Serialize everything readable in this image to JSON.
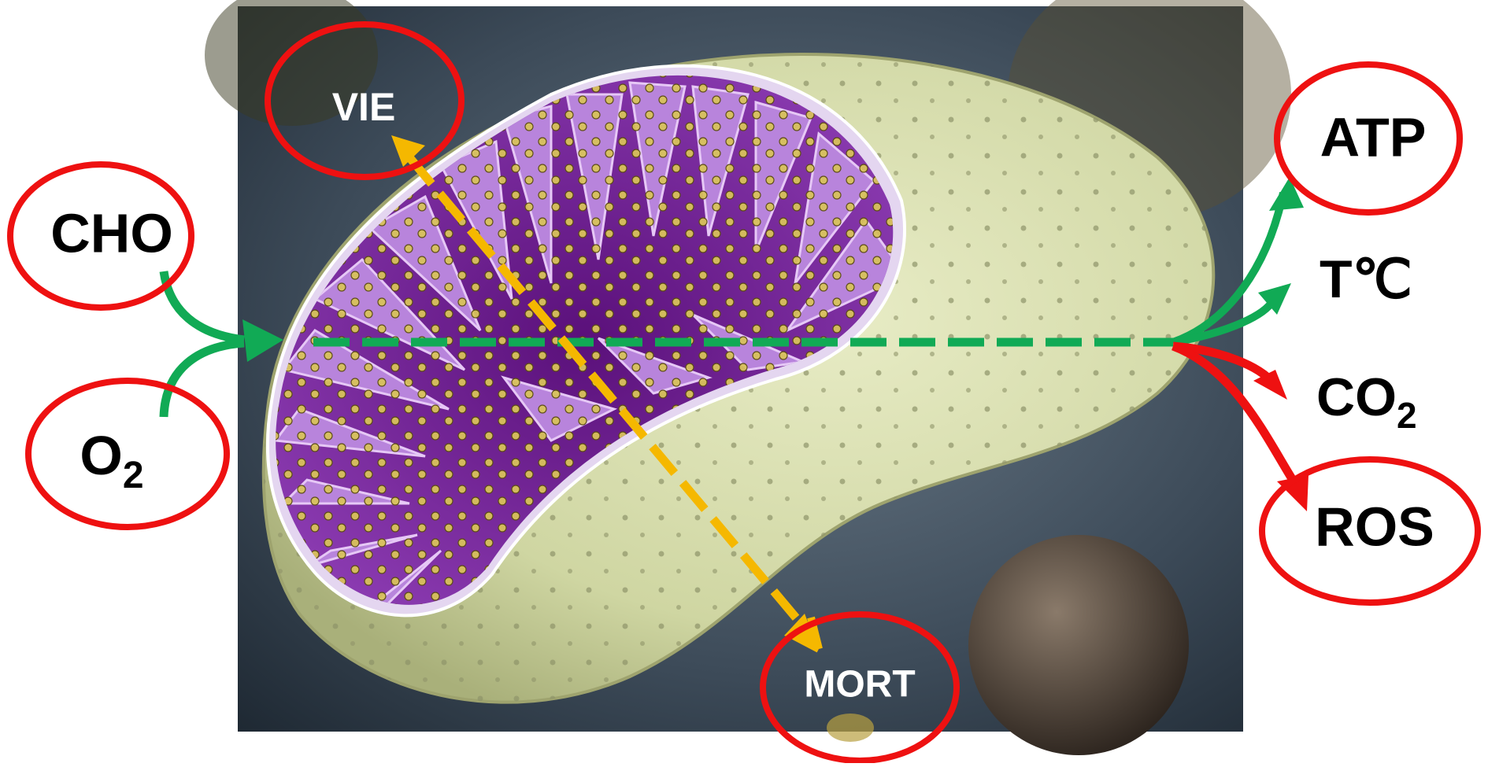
{
  "diagram": {
    "inputs": {
      "cho": "CHO",
      "o2_main": "O",
      "o2_sub": "2"
    },
    "outputs": {
      "atp": "ATP",
      "heat": "T℃",
      "co2_main": "CO",
      "co2_sub": "2",
      "ros": "ROS"
    },
    "axis": {
      "life": "VIE",
      "death": "MORT"
    }
  },
  "colors": {
    "ellipse_stroke": "#ee1111",
    "green_flow": "#11aa55",
    "red_flow": "#ee1111",
    "yellow_axis": "#f5b800",
    "membrane_outer": "#d7dcae",
    "matrix_purple": "#6a1a8c",
    "cristae_purple": "#b278d6",
    "background_dark": "#2a3845"
  }
}
